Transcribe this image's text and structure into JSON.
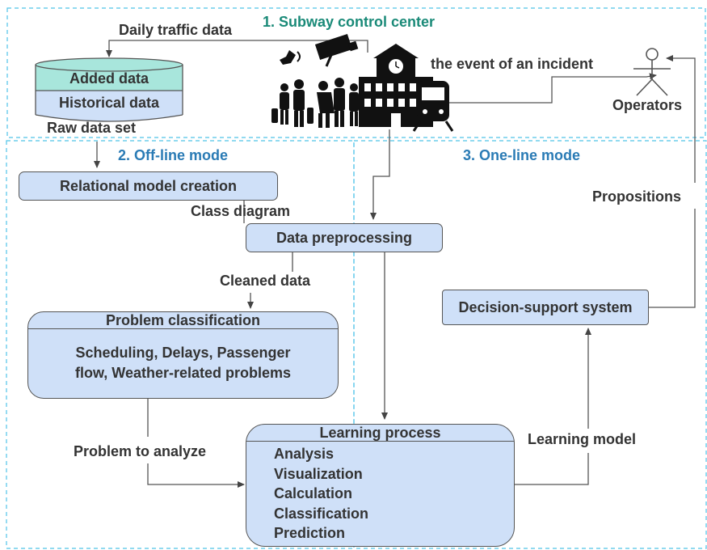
{
  "sections": {
    "control_center": "1. Subway control center",
    "offline": "2. Off-line mode",
    "online": "3. One-line mode"
  },
  "labels": {
    "daily_traffic": "Daily traffic data",
    "incident": "the event of an incident",
    "operators": "Operators",
    "raw_data": "Raw data set",
    "class_diagram": "Class diagram",
    "cleaned_data": "Cleaned data",
    "problem_to_analyze": "Problem to analyze",
    "propositions": "Propositions",
    "learning_model": "Learning model"
  },
  "database": {
    "added": "Added data",
    "historical": "Historical data"
  },
  "boxes": {
    "relational": "Relational model creation",
    "preprocessing": "Data preprocessing",
    "decision": "Decision-support system"
  },
  "problem": {
    "title": "Problem classification",
    "line1": "Scheduling, Delays, Passenger",
    "line2": "flow, Weather-related problems"
  },
  "learning": {
    "title": "Learning  process",
    "items": [
      "Analysis",
      "Visualization",
      "Calculation",
      "Classification",
      "Prediction"
    ]
  },
  "colors": {
    "teal_section": "#1a8a78",
    "blue_section": "#2a7bb5",
    "box_fill": "#cfe0f8",
    "db_top": "#a8e6dc"
  }
}
